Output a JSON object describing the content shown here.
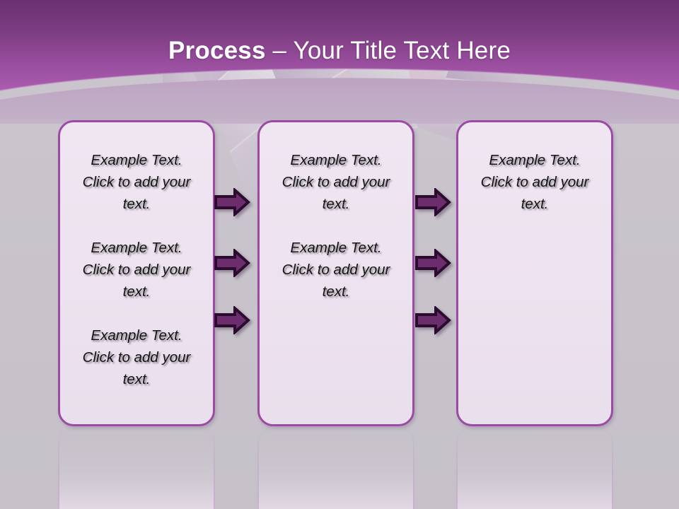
{
  "slide": {
    "title_bold": "Process",
    "title_rest": " – Your Title Text Here",
    "background_color": "#C8C3CB",
    "header_gradient_top": "#6E3573",
    "header_gradient_bottom": "#A85AAC",
    "band_color": "#B49AB8",
    "card_fill": "#EEE3F0",
    "card_border": "#9B4BA3",
    "arrow_fill": "#6B2D6B",
    "arrow_outline": "#2B0C2E",
    "text_color": "#141414"
  },
  "columns": [
    {
      "name": "column-1",
      "paragraphs": [
        "Example Text. Click  to add your text.",
        "Example Text. Click  to add your text.",
        "Example Text. Click  to add your text."
      ]
    },
    {
      "name": "column-2",
      "paragraphs": [
        "Example Text. Click  to add your text.",
        "Example Text. Click  to add your text."
      ]
    },
    {
      "name": "column-3",
      "paragraphs": [
        "Example Text. Click  to add your text."
      ]
    }
  ],
  "arrow_groups": [
    {
      "name": "arrows-between-1-and-2",
      "icons": [
        "arrow-right-icon",
        "arrow-right-icon",
        "arrow-right-icon"
      ]
    },
    {
      "name": "arrows-between-2-and-3",
      "icons": [
        "arrow-right-icon",
        "arrow-right-icon",
        "arrow-right-icon"
      ]
    }
  ]
}
